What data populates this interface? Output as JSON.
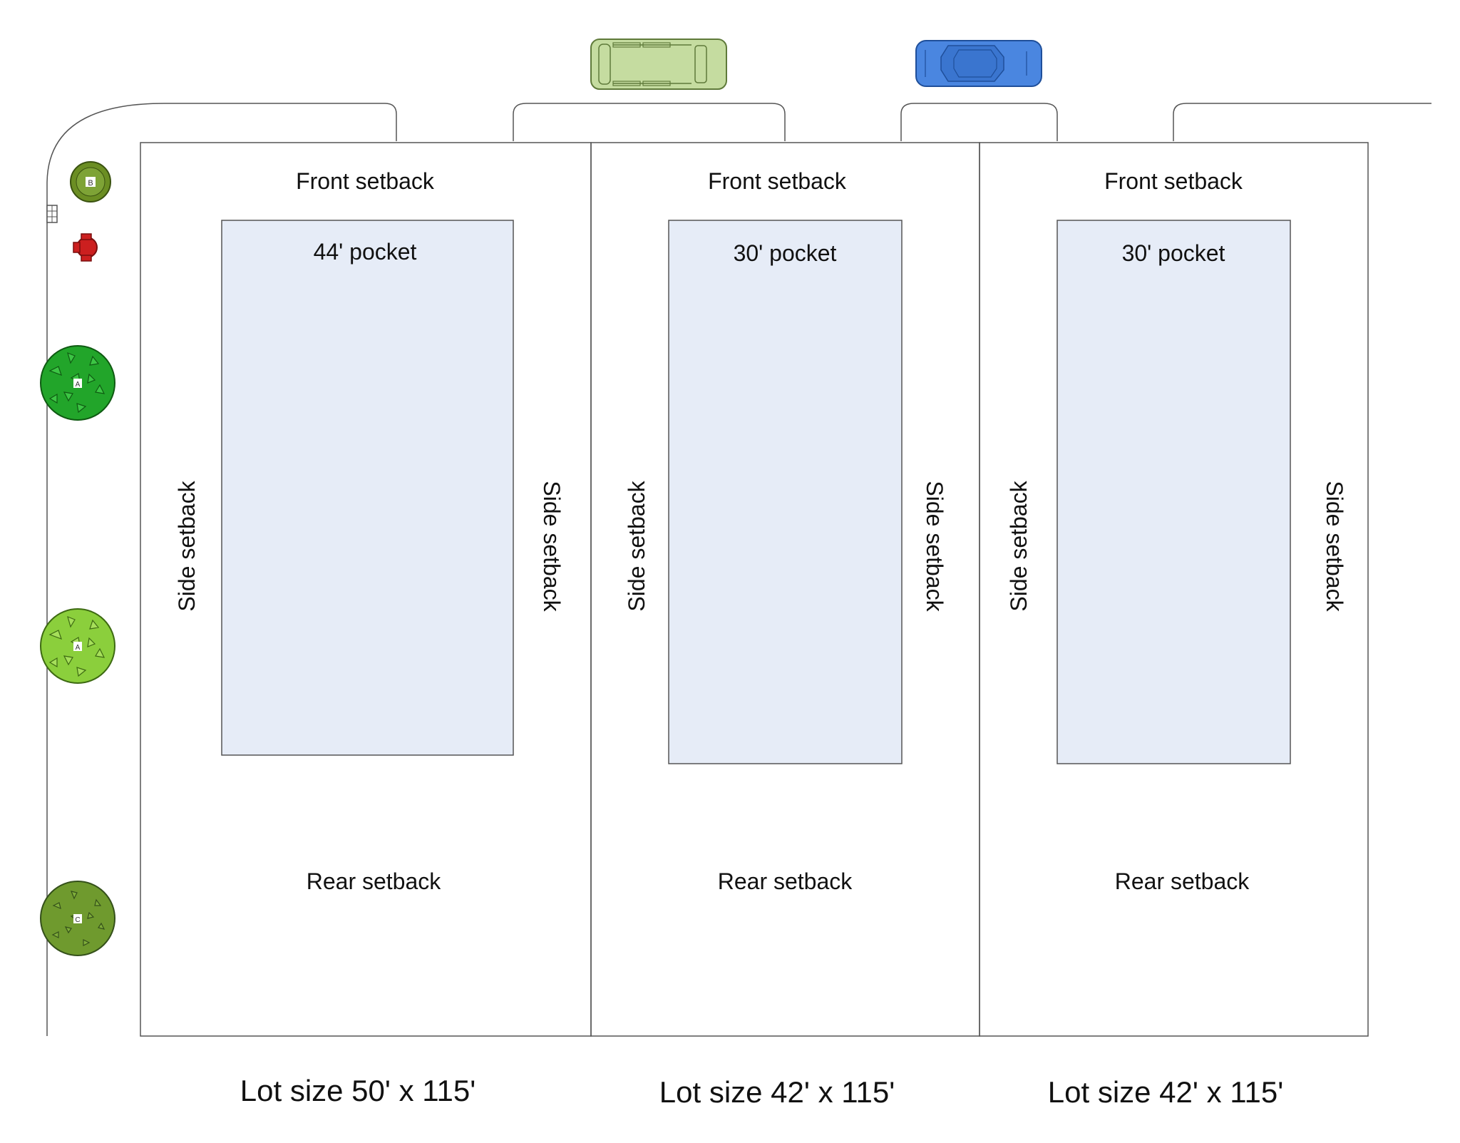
{
  "lots": [
    {
      "front": "Front setback",
      "pocket": "44' pocket",
      "side_left": "Side setback",
      "side_right": "Side setback",
      "rear": "Rear setback",
      "size": "Lot size 50' x 115'"
    },
    {
      "front": "Front setback",
      "pocket": "30' pocket",
      "side_left": "Side setback",
      "side_right": "Side setback",
      "rear": "Rear setback",
      "size": "Lot size 42' x 115'"
    },
    {
      "front": "Front setback",
      "pocket": "30' pocket",
      "side_left": "Side setback",
      "side_right": "Side setback",
      "rear": "Rear setback",
      "size": "Lot size 42' x 115'"
    }
  ],
  "trees": [
    {
      "letter": "B",
      "color": "#6b8e23"
    },
    {
      "letter": "A",
      "color": "#22a52a"
    },
    {
      "letter": "A",
      "color": "#8bcf3c"
    },
    {
      "letter": "C",
      "color": "#6f9a2e"
    }
  ],
  "vehicles": [
    {
      "icon": "van-icon",
      "color": "#c5dca0"
    },
    {
      "icon": "car-icon",
      "color": "#4a86e0"
    }
  ],
  "colors": {
    "pocket_fill": "#e6ecf7",
    "line": "#555555",
    "hydrant": "#cc1f1f"
  }
}
